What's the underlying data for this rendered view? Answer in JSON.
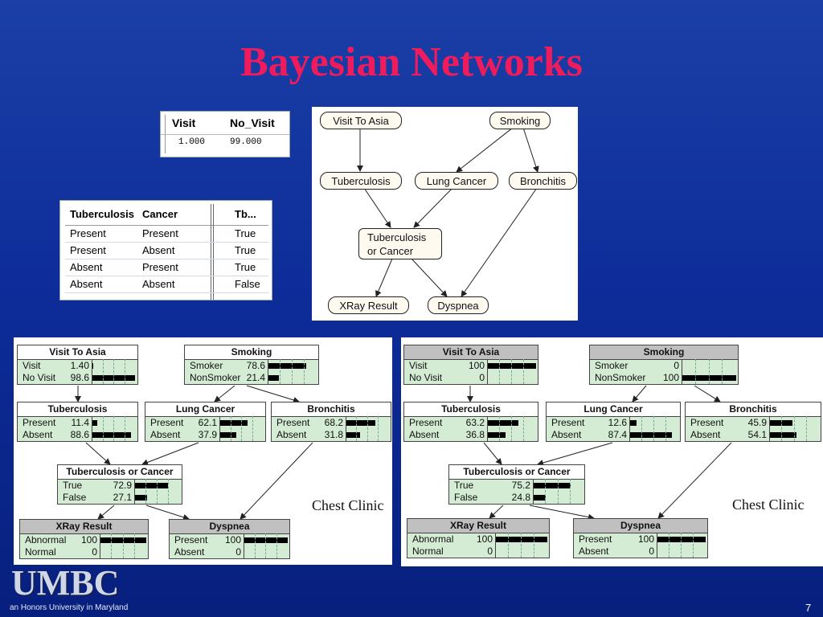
{
  "slide": {
    "title": "Bayesian Networks",
    "title_color": "#ee1c5d",
    "logo": "UMBC",
    "tagline": "an Honors University in Maryland",
    "page_number": "7"
  },
  "visit_table": {
    "headers": [
      "Visit",
      "No_Visit"
    ],
    "values": [
      "1.000",
      "99.000"
    ]
  },
  "tb_table": {
    "headers": [
      "Tuberculosis",
      "Cancer",
      "Tb..."
    ],
    "rows": [
      [
        "Present",
        "Present",
        "True"
      ],
      [
        "Present",
        "Absent",
        "True"
      ],
      [
        "Absent",
        "Present",
        "True"
      ],
      [
        "Absent",
        "Absent",
        "False"
      ]
    ]
  },
  "structure": {
    "nodes": {
      "visit": "Visit To Asia",
      "smoking": "Smoking",
      "tb": "Tuberculosis",
      "lung": "Lung Cancer",
      "bronch": "Bronchitis",
      "tborc_1": "Tuberculosis",
      "tborc_2": "or Cancer",
      "xray": "XRay Result",
      "dysp": "Dyspnea"
    },
    "edges": [
      [
        "Visit To Asia",
        "Tuberculosis"
      ],
      [
        "Smoking",
        "Lung Cancer"
      ],
      [
        "Smoking",
        "Bronchitis"
      ],
      [
        "Tuberculosis",
        "Tuberculosis or Cancer"
      ],
      [
        "Lung Cancer",
        "Tuberculosis or Cancer"
      ],
      [
        "Tuberculosis or Cancer",
        "XRay Result"
      ],
      [
        "Tuberculosis or Cancer",
        "Dyspnea"
      ],
      [
        "Bronchitis",
        "Dyspnea"
      ]
    ]
  },
  "net_prior": {
    "caption": "Chest Clinic",
    "nodes": {
      "visit": {
        "title": "Visit To Asia",
        "states": [
          [
            "Visit",
            "1.40",
            1.4
          ],
          [
            "No Visit",
            "98.6",
            98.6
          ]
        ]
      },
      "smoking": {
        "title": "Smoking",
        "states": [
          [
            "Smoker",
            "78.6",
            78.6
          ],
          [
            "NonSmoker",
            "21.4",
            21.4
          ]
        ]
      },
      "tb": {
        "title": "Tuberculosis",
        "states": [
          [
            "Present",
            "11.4",
            11.4
          ],
          [
            "Absent",
            "88.6",
            88.6
          ]
        ]
      },
      "lung": {
        "title": "Lung Cancer",
        "states": [
          [
            "Present",
            "62.1",
            62.1
          ],
          [
            "Absent",
            "37.9",
            37.9
          ]
        ]
      },
      "bronch": {
        "title": "Bronchitis",
        "states": [
          [
            "Present",
            "68.2",
            68.2
          ],
          [
            "Absent",
            "31.8",
            31.8
          ]
        ]
      },
      "tborc": {
        "title": "Tuberculosis or Cancer",
        "states": [
          [
            "True",
            "72.9",
            72.9
          ],
          [
            "False",
            "27.1",
            27.1
          ]
        ]
      },
      "xray": {
        "title": "XRay Result",
        "states": [
          [
            "Abnormal",
            "100",
            100
          ],
          [
            "Normal",
            "0",
            0
          ]
        ]
      },
      "dysp": {
        "title": "Dyspnea",
        "states": [
          [
            "Present",
            "100",
            100
          ],
          [
            "Absent",
            "0",
            0
          ]
        ]
      }
    }
  },
  "net_posterior": {
    "caption": "Chest Clinic",
    "nodes": {
      "visit": {
        "title": "Visit To Asia",
        "states": [
          [
            "Visit",
            "100",
            100
          ],
          [
            "No Visit",
            "0",
            0
          ]
        ]
      },
      "smoking": {
        "title": "Smoking",
        "states": [
          [
            "Smoker",
            "0",
            0
          ],
          [
            "NonSmoker",
            "100",
            100
          ]
        ]
      },
      "tb": {
        "title": "Tuberculosis",
        "states": [
          [
            "Present",
            "63.2",
            63.2
          ],
          [
            "Absent",
            "36.8",
            36.8
          ]
        ]
      },
      "lung": {
        "title": "Lung Cancer",
        "states": [
          [
            "Present",
            "12.6",
            12.6
          ],
          [
            "Absent",
            "87.4",
            87.4
          ]
        ]
      },
      "bronch": {
        "title": "Bronchitis",
        "states": [
          [
            "Present",
            "45.9",
            45.9
          ],
          [
            "Absent",
            "54.1",
            54.1
          ]
        ]
      },
      "tborc": {
        "title": "Tuberculosis or Cancer",
        "states": [
          [
            "True",
            "75.2",
            75.2
          ],
          [
            "False",
            "24.8",
            24.8
          ]
        ]
      },
      "xray": {
        "title": "XRay Result",
        "states": [
          [
            "Abnormal",
            "100",
            100
          ],
          [
            "Normal",
            "0",
            0
          ]
        ]
      },
      "dysp": {
        "title": "Dyspnea",
        "states": [
          [
            "Present",
            "100",
            100
          ],
          [
            "Absent",
            "0",
            0
          ]
        ]
      }
    }
  }
}
